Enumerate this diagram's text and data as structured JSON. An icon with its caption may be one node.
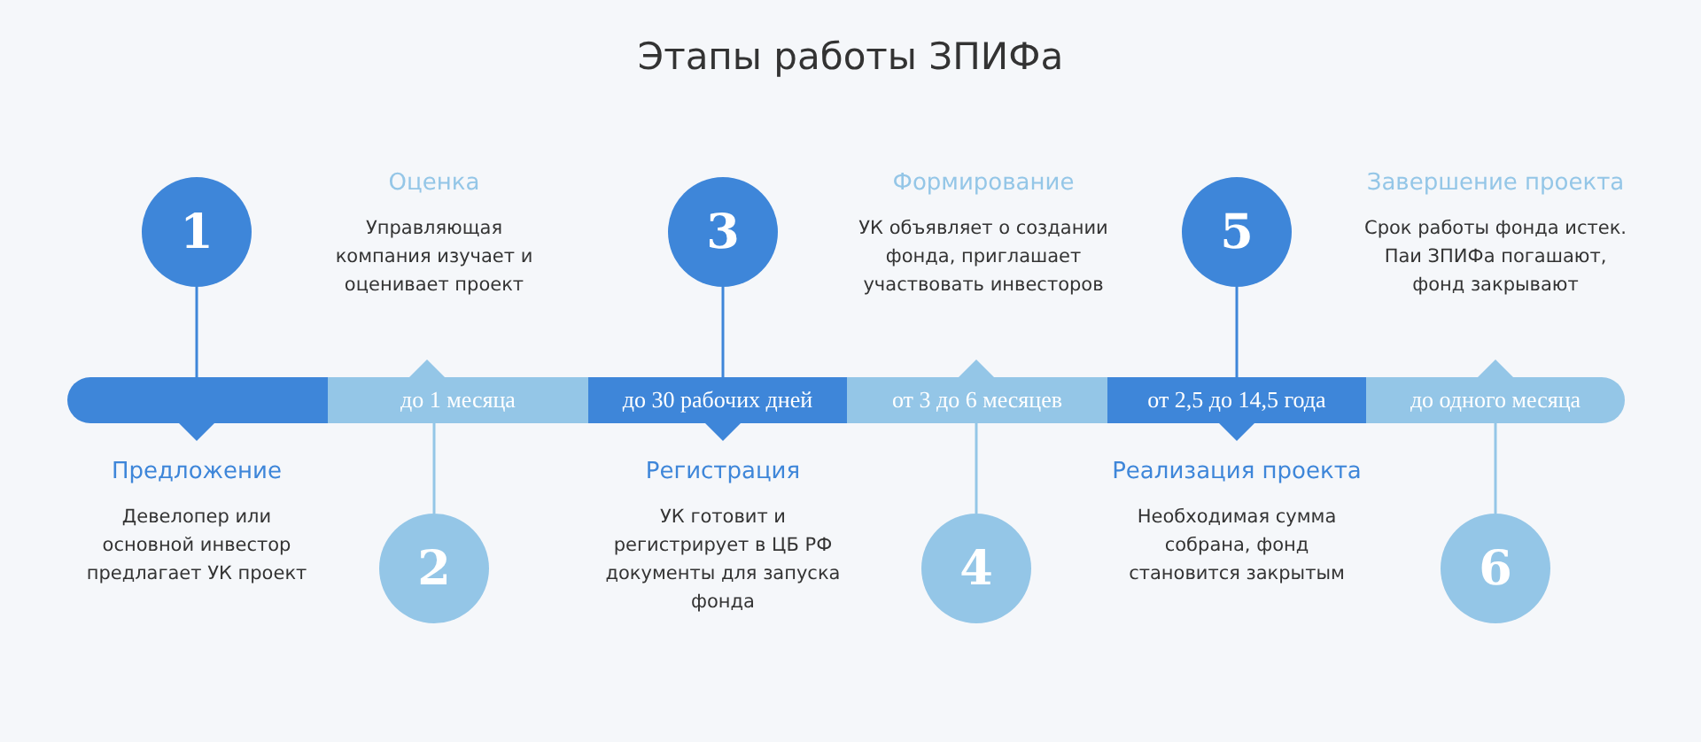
{
  "diagram": {
    "title": "Этапы работы ЗПИФа",
    "nodes": [
      {
        "text": [
          "1"
        ]
      },
      {
        "text": [
          "2"
        ]
      },
      {
        "text": [
          "3"
        ]
      },
      {
        "text": [
          "4"
        ]
      },
      {
        "text": [
          "5"
        ]
      },
      {
        "text": [
          "6"
        ]
      },
      {
        "text": [],
        "shape": "bar"
      },
      {
        "text": [
          "до 1 месяца"
        ]
      },
      {
        "text": [
          "до 30 рабочих дней"
        ]
      },
      {
        "text": [
          "от 3 до 6 месяцев"
        ]
      },
      {
        "text": [
          "от 2,5 до 14,5 года"
        ]
      },
      {
        "text": [
          "до одного месяца"
        ]
      },
      {
        "text": [
          "Предложение",
          "Девелопер или основной инвестор предлагает УК проект"
        ]
      },
      {
        "text": [
          "Оценка",
          "Управляющая компания изучает и оценивает проект"
        ]
      },
      {
        "text": [
          "Регистрация",
          "УК готовит и регистрирует в ЦБ РФ документы для запуска фонда"
        ]
      },
      {
        "text": [
          "Формирование",
          "УК объявляет о создании фонда, приглашает участвовать инвесторов"
        ]
      },
      {
        "text": [
          "Реализация проекта",
          "Необходимая сумма собрана, фонд становится закрытым"
        ]
      },
      {
        "text": [
          "Завершение проекта",
          "Срок работы фонда истек. Паи ЗПИФа погашают, фонд закрывают"
        ]
      }
    ],
    "edges": [
      {
        "from": 0,
        "to": 6,
        "arrow": "none"
      },
      {
        "from": 1,
        "to": 7,
        "arrow": "none"
      },
      {
        "from": 2,
        "to": 8,
        "arrow": "none"
      },
      {
        "from": 3,
        "to": 9,
        "arrow": "none"
      },
      {
        "from": 4,
        "to": 10,
        "arrow": "none"
      },
      {
        "from": 5,
        "to": 11,
        "arrow": "none"
      },
      {
        "from": 6,
        "to": 12,
        "arrow": "to"
      },
      {
        "from": 7,
        "to": 13,
        "arrow": "to"
      },
      {
        "from": 8,
        "to": 14,
        "arrow": "to"
      },
      {
        "from": 9,
        "to": 15,
        "arrow": "to"
      },
      {
        "from": 10,
        "to": 16,
        "arrow": "to"
      },
      {
        "from": 11,
        "to": 17,
        "arrow": "to"
      }
    ]
  }
}
